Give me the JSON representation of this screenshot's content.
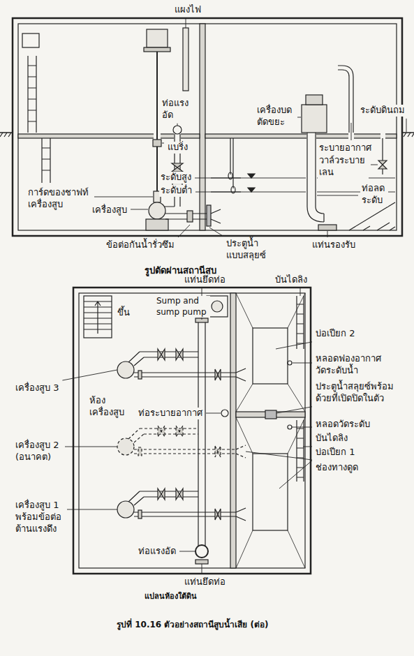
{
  "diagram": {
    "caption": "รูปที่ 10.16 ตัวอย่างสถานีสูบน้ำเสีย (ต่อ)",
    "labels": [
      "แผงไฟ",
      "ท่อแรง อัด",
      "เครื่องบด ตัดขยะ",
      "ระดับดินถม",
      "แบริ่ง",
      "ระบายอากาศ",
      "วาล์วระบาย เลน",
      "ระดับสูง",
      "การ์ดของชาฟท์ เครื่องสูบ",
      "ระดับต่ำ",
      "ท่อลด ระดับ",
      "เครื่องสูบ",
      "ข้อต่อกันน้ำรั่วซึม",
      "ประตูน้ำ แบบสลุยซ์",
      "แท่นรองรับ",
      "รูปตัดผ่านสถานีสูบ",
      "แท่นยึดท่อ",
      "บันไดลิง",
      "Sump and sump pump",
      "ขึ้น",
      "บ่อเปียก 2",
      "หลอดฟองอากาศ วัดระดับน้ำ",
      "ประตูน้ำสลุยซ์พร้อม ด้วยที่เปิดปิดในตัว",
      "ห้อง เครื่องสูบ",
      "เครื่องสูบ 3",
      "ท่อระบายอากาศ",
      "หลอดวัดระดับ",
      "บันไดลิง",
      "บ่อเปียก 1",
      "เครื่องสูบ 2 (อนาคต)",
      "ช่องทางดูด",
      "เครื่องสูบ 1 พร้อมข้อต่อ ต้านแรงดึง",
      "ท่อแรงอัด",
      "แท่นยึดท่อ",
      "แปลนห้องใต้ดิน"
    ]
  }
}
